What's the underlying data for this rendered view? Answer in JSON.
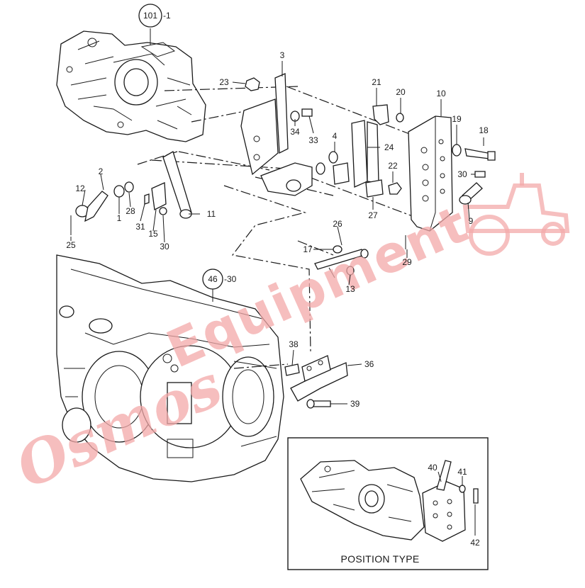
{
  "diagram": {
    "callouts": [
      {
        "id": "ref-101",
        "text": "101",
        "suffix": "-1",
        "circled": true
      },
      {
        "id": "ref-46",
        "text": "46",
        "suffix": "-30",
        "circled": true
      },
      {
        "id": "p1",
        "text": "1"
      },
      {
        "id": "p2",
        "text": "2"
      },
      {
        "id": "p3",
        "text": "3"
      },
      {
        "id": "p4",
        "text": "4"
      },
      {
        "id": "p9",
        "text": "9"
      },
      {
        "id": "p10",
        "text": "10"
      },
      {
        "id": "p11",
        "text": "11"
      },
      {
        "id": "p12",
        "text": "12"
      },
      {
        "id": "p13",
        "text": "13"
      },
      {
        "id": "p15",
        "text": "15"
      },
      {
        "id": "p17",
        "text": "17"
      },
      {
        "id": "p18",
        "text": "18"
      },
      {
        "id": "p19",
        "text": "19"
      },
      {
        "id": "p20",
        "text": "20"
      },
      {
        "id": "p21",
        "text": "21"
      },
      {
        "id": "p22",
        "text": "22"
      },
      {
        "id": "p23",
        "text": "23"
      },
      {
        "id": "p24",
        "text": "24"
      },
      {
        "id": "p25",
        "text": "25"
      },
      {
        "id": "p26",
        "text": "26"
      },
      {
        "id": "p27",
        "text": "27"
      },
      {
        "id": "p28",
        "text": "28"
      },
      {
        "id": "p29",
        "text": "29"
      },
      {
        "id": "p30a",
        "text": "30"
      },
      {
        "id": "p30b",
        "text": "30"
      },
      {
        "id": "p31",
        "text": "31"
      },
      {
        "id": "p33",
        "text": "33"
      },
      {
        "id": "p34",
        "text": "34"
      },
      {
        "id": "p36",
        "text": "36"
      },
      {
        "id": "p38",
        "text": "38"
      },
      {
        "id": "p39",
        "text": "39"
      },
      {
        "id": "p40",
        "text": "40"
      },
      {
        "id": "p41",
        "text": "41"
      },
      {
        "id": "p42",
        "text": "42"
      }
    ],
    "inset": {
      "title": "POSITION TYPE"
    },
    "watermark": {
      "text": "Osmos Equipment",
      "color": "#f3a9a9"
    },
    "colors": {
      "line": "#1a1a1a",
      "background": "#ffffff"
    }
  }
}
